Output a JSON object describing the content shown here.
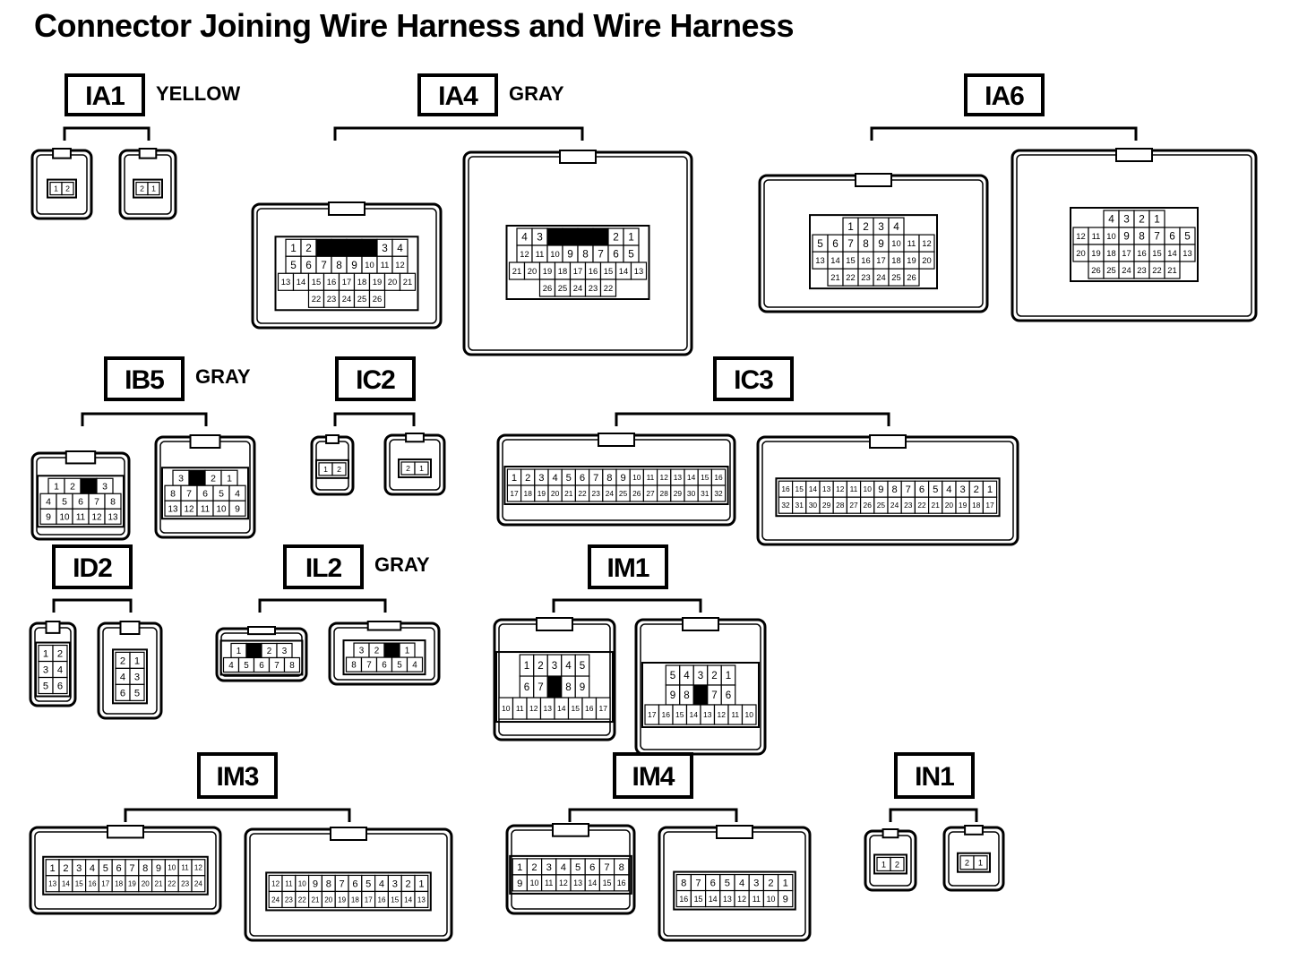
{
  "title": "Connector Joining Wire Harness and Wire Harness",
  "connectors": [
    {
      "code": "IA1",
      "color": "YELLOW",
      "views": [
        {
          "rows": [
            [
              "1",
              "2"
            ]
          ]
        },
        {
          "rows": [
            [
              "2",
              "1"
            ]
          ]
        }
      ]
    },
    {
      "code": "IA4",
      "color": "GRAY",
      "views": [
        {
          "rows": [
            [
              "1",
              "2",
              "",
              "",
              "",
              "",
              "3",
              "4"
            ],
            [
              "5",
              "6",
              "7",
              "8",
              "9",
              "10",
              "11",
              "12"
            ],
            [
              "13",
              "14",
              "15",
              "16",
              "17",
              "18",
              "19",
              "20",
              "21"
            ],
            [
              "22",
              "23",
              "24",
              "25",
              "26"
            ]
          ]
        },
        {
          "rows": [
            [
              "4",
              "3",
              "",
              "",
              "",
              "",
              "2",
              "1"
            ],
            [
              "12",
              "11",
              "10",
              "9",
              "8",
              "7",
              "6",
              "5"
            ],
            [
              "21",
              "20",
              "19",
              "18",
              "17",
              "16",
              "15",
              "14",
              "13"
            ],
            [
              "26",
              "25",
              "24",
              "23",
              "22"
            ]
          ]
        }
      ]
    },
    {
      "code": "IA6",
      "color": "",
      "views": [
        {
          "rows": [
            [
              "1",
              "2",
              "3",
              "4"
            ],
            [
              "5",
              "6",
              "7",
              "8",
              "9",
              "10",
              "11",
              "12"
            ],
            [
              "13",
              "14",
              "15",
              "16",
              "17",
              "18",
              "19",
              "20"
            ],
            [
              "21",
              "22",
              "23",
              "24",
              "25",
              "26"
            ]
          ]
        },
        {
          "rows": [
            [
              "4",
              "3",
              "2",
              "1"
            ],
            [
              "12",
              "11",
              "10",
              "9",
              "8",
              "7",
              "6",
              "5"
            ],
            [
              "20",
              "19",
              "18",
              "17",
              "16",
              "15",
              "14",
              "13"
            ],
            [
              "26",
              "25",
              "24",
              "23",
              "22",
              "21"
            ]
          ]
        }
      ]
    },
    {
      "code": "IB5",
      "color": "GRAY",
      "views": [
        {
          "rows": [
            [
              "1",
              "2",
              "",
              "3"
            ],
            [
              "4",
              "5",
              "6",
              "7",
              "8"
            ],
            [
              "9",
              "10",
              "11",
              "12",
              "13"
            ]
          ]
        },
        {
          "rows": [
            [
              "3",
              "",
              "2",
              "1"
            ],
            [
              "8",
              "7",
              "6",
              "5",
              "4"
            ],
            [
              "13",
              "12",
              "11",
              "10",
              "9"
            ]
          ]
        }
      ]
    },
    {
      "code": "IC2",
      "color": "",
      "views": [
        {
          "rows": [
            [
              "1",
              "2"
            ]
          ]
        },
        {
          "rows": [
            [
              "2",
              "1"
            ]
          ]
        }
      ]
    },
    {
      "code": "IC3",
      "color": "",
      "views": [
        {
          "rows": [
            [
              "1",
              "2",
              "3",
              "4",
              "5",
              "6",
              "7",
              "8",
              "9",
              "10",
              "11",
              "12",
              "13",
              "14",
              "15",
              "16"
            ],
            [
              "17",
              "18",
              "19",
              "20",
              "21",
              "22",
              "23",
              "24",
              "25",
              "26",
              "27",
              "28",
              "29",
              "30",
              "31",
              "32"
            ]
          ]
        },
        {
          "rows": [
            [
              "16",
              "15",
              "14",
              "13",
              "12",
              "11",
              "10",
              "9",
              "8",
              "7",
              "6",
              "5",
              "4",
              "3",
              "2",
              "1"
            ],
            [
              "32",
              "31",
              "30",
              "29",
              "28",
              "27",
              "26",
              "25",
              "24",
              "23",
              "22",
              "21",
              "20",
              "19",
              "18",
              "17"
            ]
          ]
        }
      ]
    },
    {
      "code": "ID2",
      "color": "",
      "views": [
        {
          "rows": [
            [
              "1",
              "2"
            ],
            [
              "3",
              "4"
            ],
            [
              "5",
              "6"
            ]
          ]
        },
        {
          "rows": [
            [
              "2",
              "1"
            ],
            [
              "4",
              "3"
            ],
            [
              "6",
              "5"
            ]
          ]
        }
      ]
    },
    {
      "code": "IL2",
      "color": "GRAY",
      "views": [
        {
          "rows": [
            [
              "1",
              "",
              "2",
              "3"
            ],
            [
              "4",
              "5",
              "6",
              "7",
              "8"
            ]
          ]
        },
        {
          "rows": [
            [
              "3",
              "2",
              "",
              "1"
            ],
            [
              "8",
              "7",
              "6",
              "5",
              "4"
            ]
          ]
        }
      ]
    },
    {
      "code": "IM1",
      "color": "",
      "views": [
        {
          "rows": [
            [
              "1",
              "2",
              "3",
              "4",
              "5"
            ],
            [
              "6",
              "7",
              "",
              "8",
              "9"
            ],
            [
              "10",
              "11",
              "12",
              "13",
              "14",
              "15",
              "16",
              "17"
            ]
          ]
        },
        {
          "rows": [
            [
              "5",
              "4",
              "3",
              "2",
              "1"
            ],
            [
              "9",
              "8",
              "",
              "7",
              "6"
            ],
            [
              "17",
              "16",
              "15",
              "14",
              "13",
              "12",
              "11",
              "10"
            ]
          ]
        }
      ]
    },
    {
      "code": "IM3",
      "color": "",
      "views": [
        {
          "rows": [
            [
              "1",
              "2",
              "3",
              "4",
              "5",
              "6",
              "7",
              "8",
              "9",
              "10",
              "11",
              "12"
            ],
            [
              "13",
              "14",
              "15",
              "16",
              "17",
              "18",
              "19",
              "20",
              "21",
              "22",
              "23",
              "24"
            ]
          ]
        },
        {
          "rows": [
            [
              "12",
              "11",
              "10",
              "9",
              "8",
              "7",
              "6",
              "5",
              "4",
              "3",
              "2",
              "1"
            ],
            [
              "24",
              "23",
              "22",
              "21",
              "20",
              "19",
              "18",
              "17",
              "16",
              "15",
              "14",
              "13"
            ]
          ]
        }
      ]
    },
    {
      "code": "IM4",
      "color": "",
      "views": [
        {
          "rows": [
            [
              "1",
              "2",
              "3",
              "4",
              "5",
              "6",
              "7",
              "8"
            ],
            [
              "9",
              "10",
              "11",
              "12",
              "13",
              "14",
              "15",
              "16"
            ]
          ]
        },
        {
          "rows": [
            [
              "8",
              "7",
              "6",
              "5",
              "4",
              "3",
              "2",
              "1"
            ],
            [
              "16",
              "15",
              "14",
              "13",
              "12",
              "11",
              "10",
              "9"
            ]
          ]
        }
      ]
    },
    {
      "code": "IN1",
      "color": "",
      "views": [
        {
          "rows": [
            [
              "1",
              "2"
            ]
          ]
        },
        {
          "rows": [
            [
              "2",
              "1"
            ]
          ]
        }
      ]
    }
  ]
}
